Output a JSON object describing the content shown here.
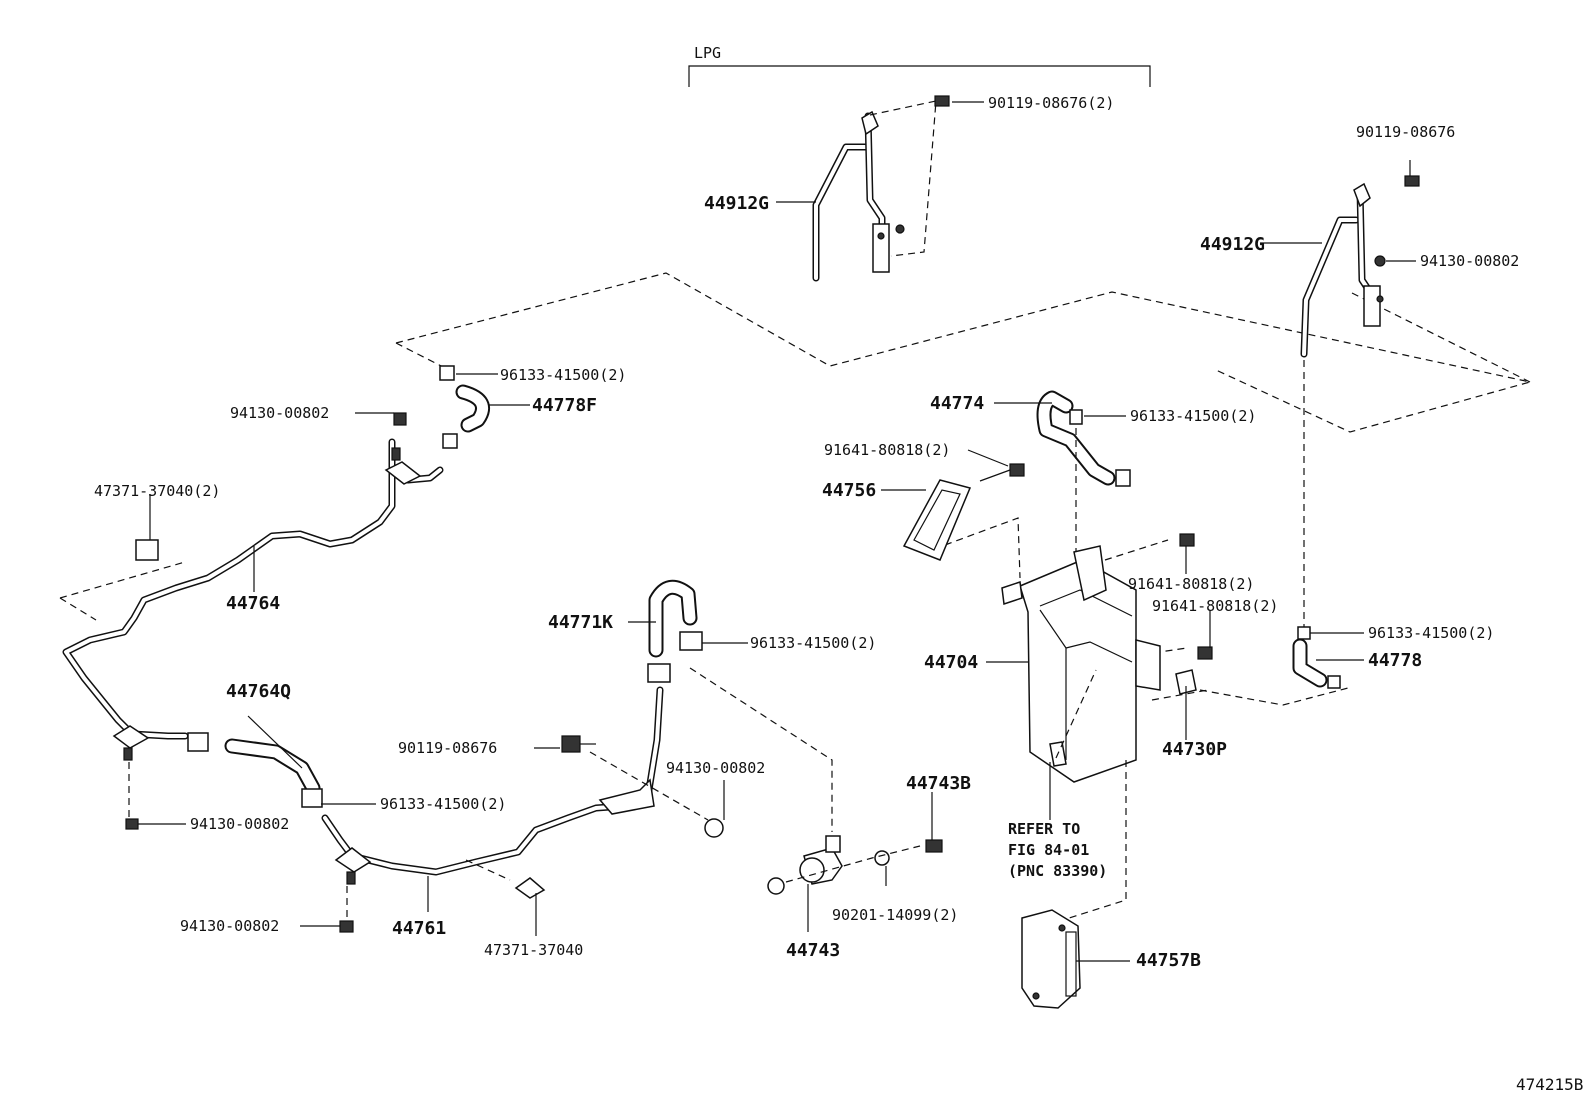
{
  "diagram": {
    "section_label": "LPG",
    "reference_text": [
      "REFER TO",
      "FIG 84-01",
      "(PNC 83390)"
    ],
    "figure_id": "474215B"
  },
  "labels": {
    "p_90119_08676_2": "90119-08676(2)",
    "p_90119_08676_right": "90119-08676",
    "p_44912g_left": "44912G",
    "p_44912g_right": "44912G",
    "p_94130_00802_right": "94130-00802",
    "p_96133_41500_2_top": "96133-41500(2)",
    "p_94130_00802_top": "94130-00802",
    "p_44778f": "44778F",
    "p_47371_37040_2": "47371-37040(2)",
    "p_44774": "44774",
    "p_96133_41500_2_44774": "96133-41500(2)",
    "p_91641_80818_2_a": "91641-80818(2)",
    "p_44756": "44756",
    "p_44764": "44764",
    "p_91641_80818_2_b": "91641-80818(2)",
    "p_91641_80818_2_c": "91641-80818(2)",
    "p_44771k": "44771K",
    "p_96133_41500_2_44771k": "96133-41500(2)",
    "p_96133_41500_2_right": "96133-41500(2)",
    "p_44704": "44704",
    "p_44778": "44778",
    "p_44764q": "44764Q",
    "p_44730p": "44730P",
    "p_90119_08676_mid": "90119-08676",
    "p_94130_00802_mid": "94130-00802",
    "p_44743b": "44743B",
    "p_96133_41500_2_mid": "96133-41500(2)",
    "p_94130_00802_left": "94130-00802",
    "p_90201_14099_2": "90201-14099(2)",
    "p_94130_00802_bottom": "94130-00802",
    "p_44761": "44761",
    "p_47371_37040": "47371-37040",
    "p_44743": "44743",
    "p_44757b": "44757B"
  }
}
